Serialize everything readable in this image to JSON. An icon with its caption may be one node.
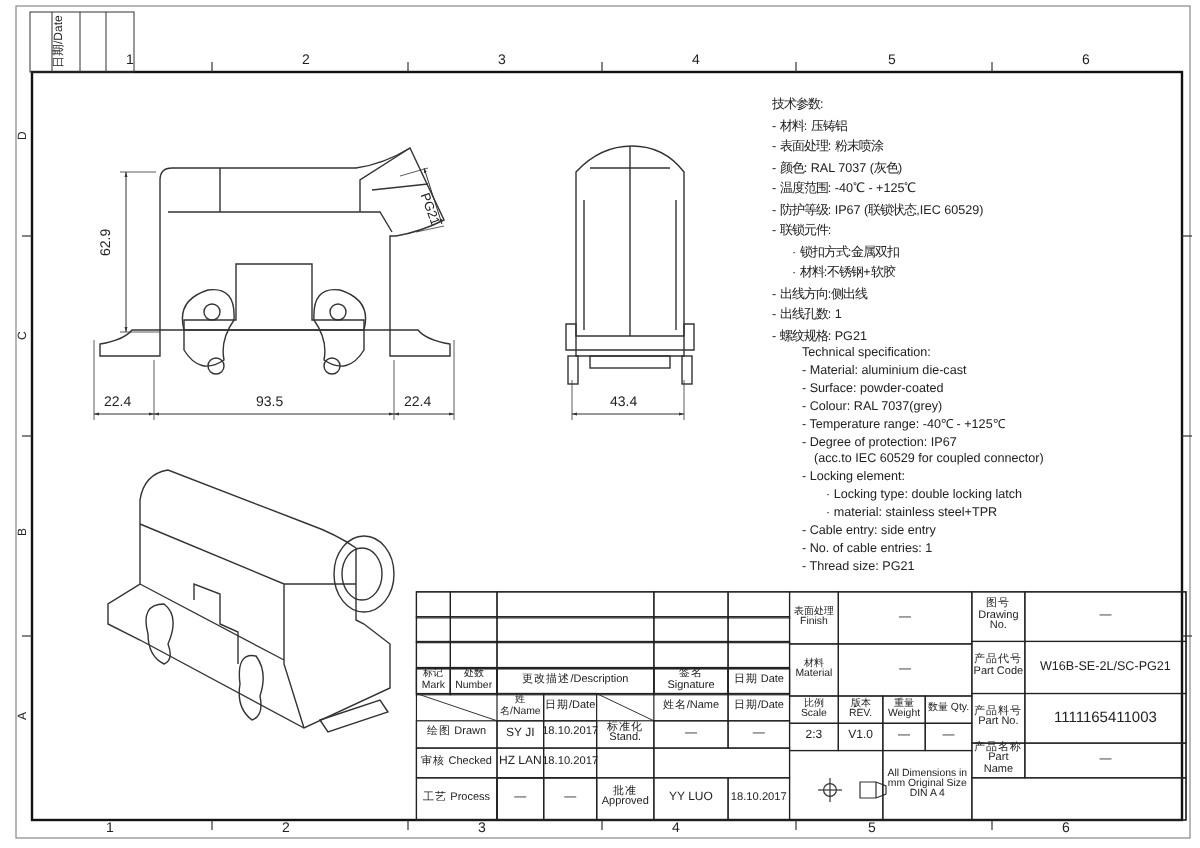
{
  "diagram": {
    "labels": [
      "1",
      "2",
      "3",
      "4",
      "5",
      "6",
      "1",
      "2",
      "3",
      "4",
      "5",
      "6",
      "D",
      "C",
      "B",
      "A",
      "日期/Date",
      "62.9",
      "PG21",
      "22.4",
      "93.5",
      "22.4",
      "43.4",
      "技术参数:",
      "- 材料: 压铸铝",
      "- 表面处理: 粉末喷涂",
      "- 颜色: RAL 7037 (灰色)",
      "- 温度范围: -40℃ - +125℃",
      "- 防护等级: IP67 (联锁状态,IEC 60529)",
      "- 联锁元件:",
      "· 锁扣方式:金属双扣",
      "· 材料:不锈钢+软胶",
      "- 出线方向:侧出线",
      "- 出线孔数: 1",
      "- 螺纹规格: PG21",
      "Technical specification:",
      "- Material: aluminium die-cast",
      "- Surface: powder-coated",
      "- Colour: RAL 7037(grey)",
      "- Temperature range: -40℃ - +125℃",
      "- Degree of protection: IP67",
      "(acc.to IEC 60529 for coupled connector)",
      "- Locking element:",
      "· Locking type: double locking latch",
      "· material: stainless steel+TPR",
      "- Cable entry: side entry",
      "- No. of cable entries: 1",
      "- Thread size: PG21",
      "标记 Mark",
      "处数 Number",
      "更改描述/Description",
      "签名 Signature",
      "日期 Date",
      "姓名/Name",
      "日期/Date",
      "姓名/Name",
      "日期/Date",
      "绘图 Drawn",
      "SY JI",
      "18.10.2017",
      "标准化 Stand.",
      "—",
      "—",
      "审核 Checked",
      "HZ LAN",
      "18.10.2017",
      "工艺 Process",
      "—",
      "—",
      "批准 Approved",
      "YY LUO",
      "18.10.2017",
      "表面处理 Finish",
      "—",
      "材料 Material",
      "—",
      "比例 Scale",
      "版本 REV.",
      "重量 Weight",
      "数量 Qty.",
      "2:3",
      "V1.0",
      "—",
      "—",
      "All Dimensions in mm Original Size DIN A 4",
      "图号 Drawing No.",
      "—",
      "产品代号 Part Code",
      "W16B-SE-2L/SC-PG21",
      "产品料号 Part No.",
      "1111165411003",
      "产品名称 Part Name",
      "—"
    ]
  }
}
